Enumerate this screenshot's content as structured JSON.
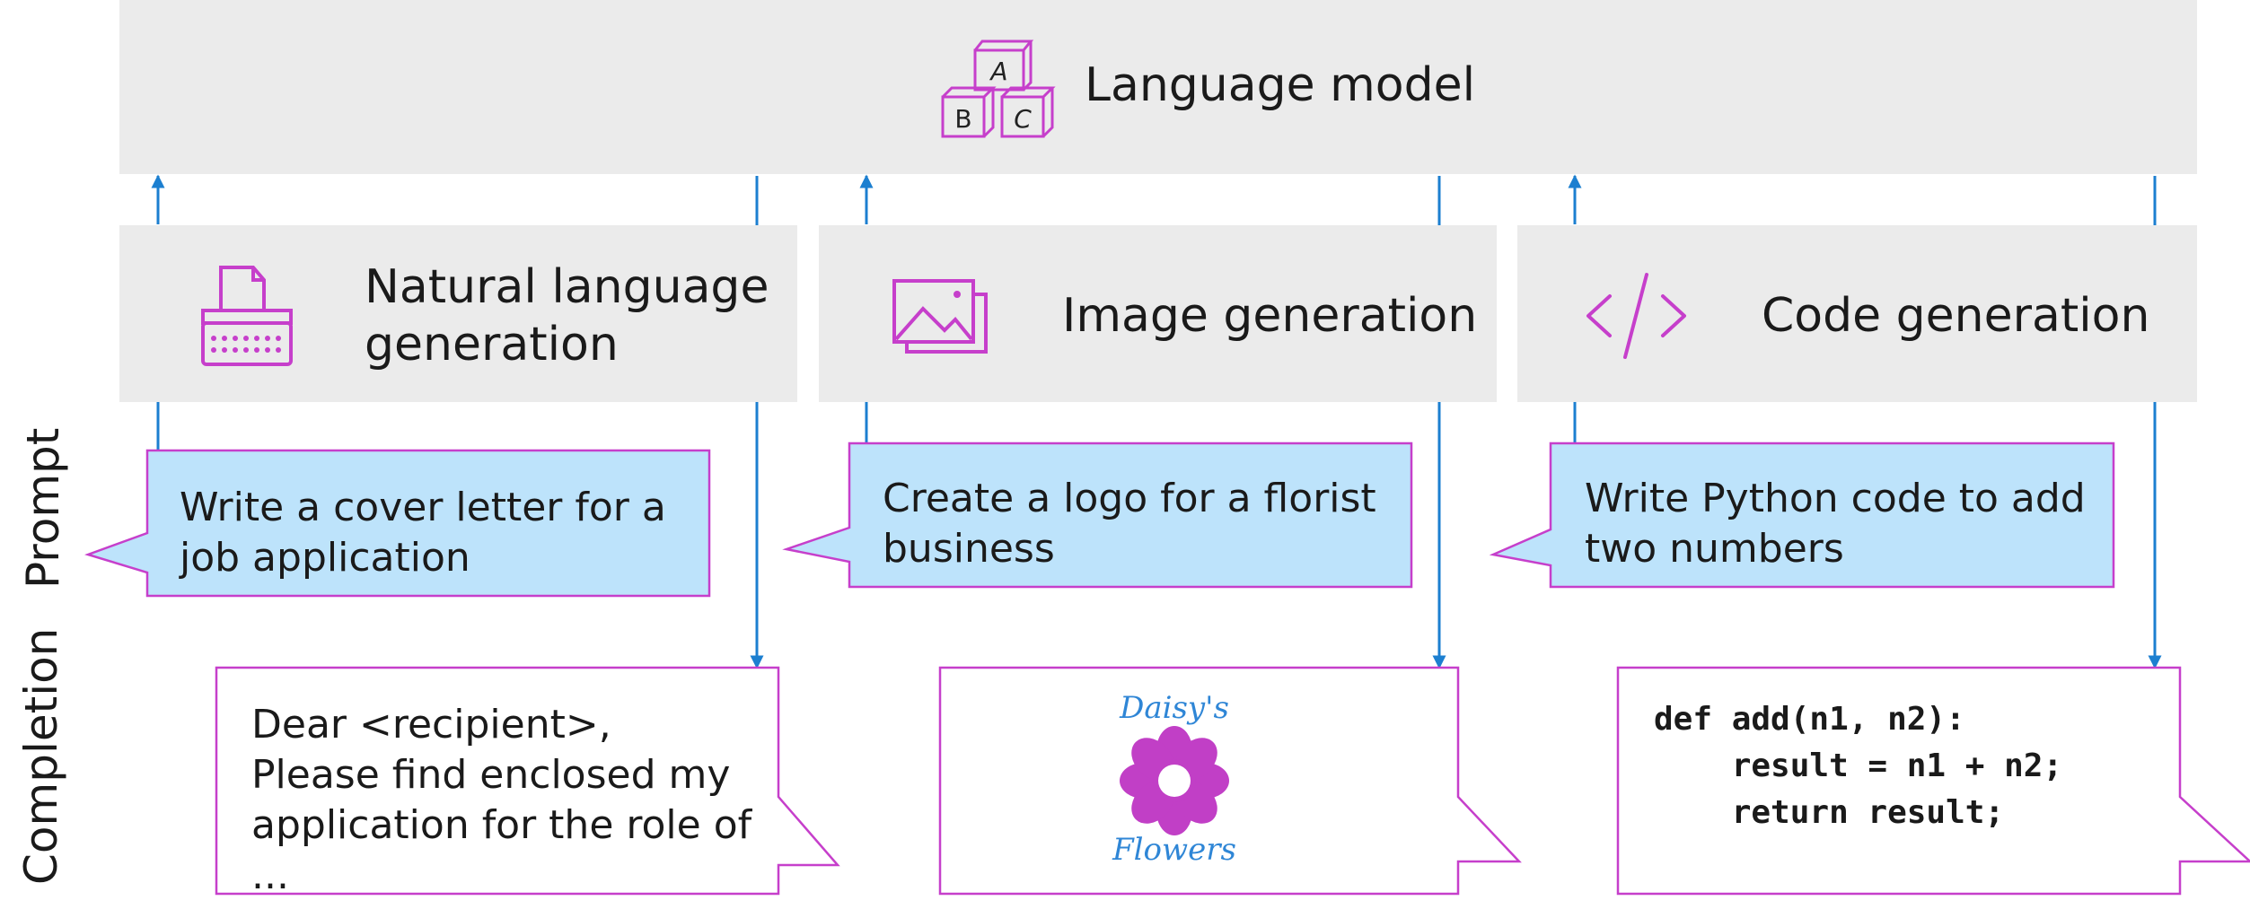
{
  "model": {
    "title": "Language model",
    "icon": "abc-blocks-icon",
    "blocks": [
      "A",
      "B",
      "C"
    ]
  },
  "side_labels": {
    "prompt": "Prompt",
    "completion": "Completion"
  },
  "categories": [
    {
      "label_line1": "Natural language",
      "label_line2": "generation",
      "icon": "typewriter-icon",
      "prompt": "Write a cover letter for a job application",
      "completion_lines": [
        "Dear <recipient>,",
        "Please find enclosed my",
        "application for the role of",
        "..."
      ]
    },
    {
      "label": "Image generation",
      "icon": "image-icon",
      "prompt": "Create a logo for a florist business",
      "logo_top": "Daisy's",
      "logo_bottom": "Flowers"
    },
    {
      "label": "Code generation",
      "icon": "code-icon",
      "prompt": "Write Python code to add two numbers",
      "code": "def add(n1, n2):\n    result = n1 + n2;\n    return result;"
    }
  ],
  "colors": {
    "panel": "#ebebeb",
    "arrow": "#1c7fd0",
    "accent": "#c63fcb",
    "prompt_fill": "#bde3fb",
    "logo_text": "#2f86d6"
  }
}
